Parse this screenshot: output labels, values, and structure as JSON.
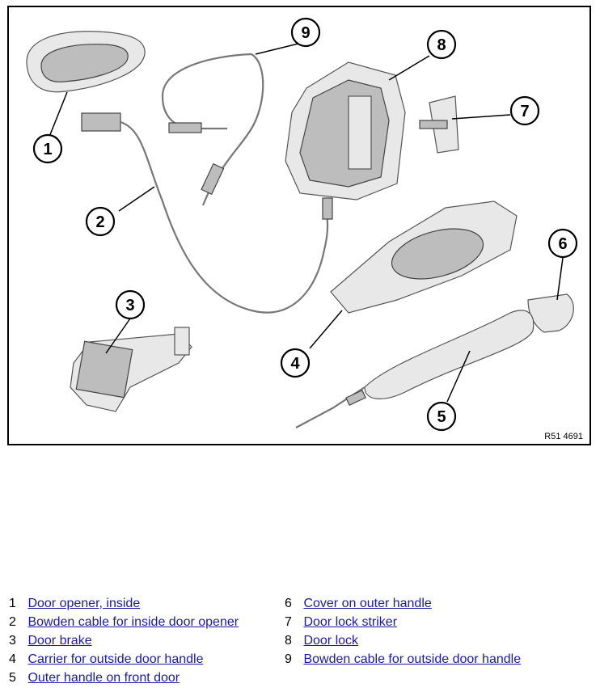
{
  "figure": {
    "code": "R51 4691",
    "callouts": [
      "1",
      "2",
      "3",
      "4",
      "5",
      "6",
      "7",
      "8",
      "9"
    ]
  },
  "legend": [
    {
      "number": "1",
      "label": "Door opener, inside"
    },
    {
      "number": "2",
      "label": "Bowden cable for inside door opener"
    },
    {
      "number": "3",
      "label": "Door brake"
    },
    {
      "number": "4",
      "label": "Carrier for outside door handle"
    },
    {
      "number": "5",
      "label": "Outer handle on front door"
    },
    {
      "number": "6",
      "label": "Cover on outer handle"
    },
    {
      "number": "7",
      "label": "Door lock striker"
    },
    {
      "number": "8",
      "label": "Door lock"
    },
    {
      "number": "9",
      "label": "Bowden cable for outside door handle"
    }
  ]
}
